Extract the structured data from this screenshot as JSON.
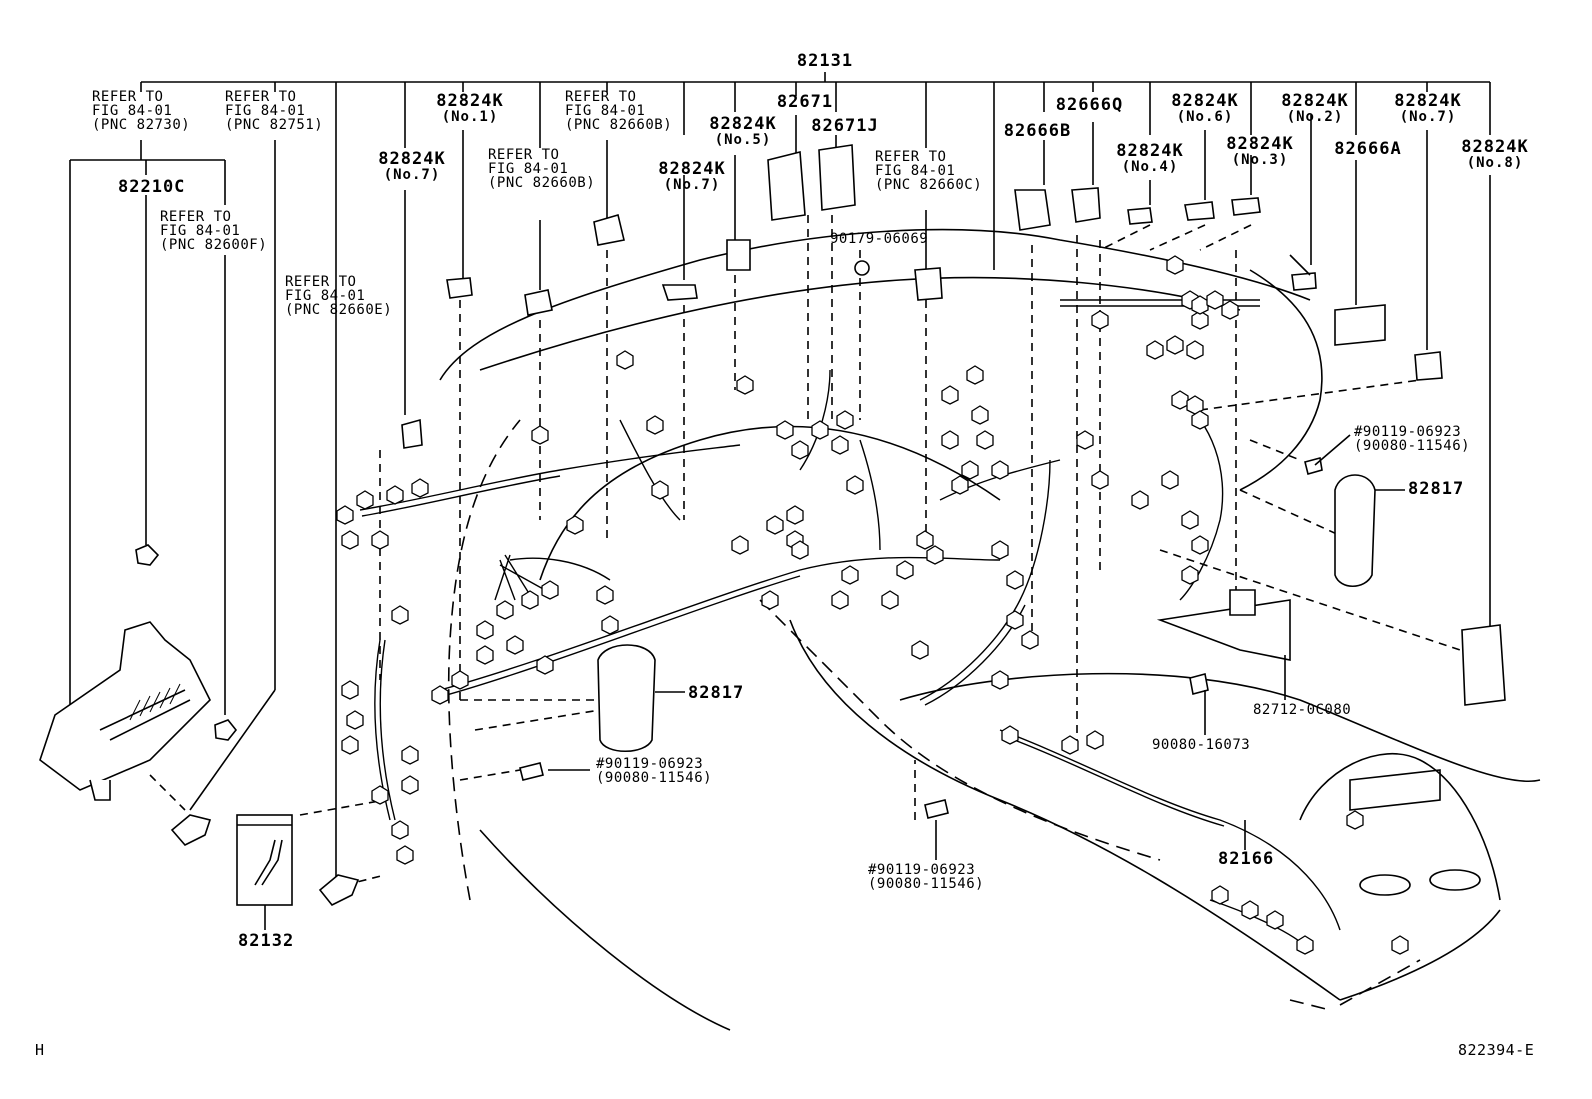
{
  "diagram": {
    "top_part": "82131",
    "figure_id": "822394-E",
    "corner_mark": "H",
    "callouts": [
      {
        "id": "ref-82730",
        "lines": [
          "REFER TO",
          "FIG 84-01",
          "(PNC 82730)"
        ]
      },
      {
        "id": "ref-82751",
        "lines": [
          "REFER TO",
          "FIG 84-01",
          "(PNC 82751)"
        ]
      },
      {
        "id": "p82824k-1",
        "part": "82824K",
        "sub": "(No.1)"
      },
      {
        "id": "ref-82660b-a",
        "lines": [
          "REFER TO",
          "FIG 84-01",
          "(PNC 82660B)"
        ]
      },
      {
        "id": "p82824k-7a",
        "part": "82824K",
        "sub": "(No.7)"
      },
      {
        "id": "ref-82660b-b",
        "lines": [
          "REFER TO",
          "FIG 84-01",
          "(PNC 82660B)"
        ]
      },
      {
        "id": "p82824k-7b",
        "part": "82824K",
        "sub": "(No.7)"
      },
      {
        "id": "p82824k-5",
        "part": "82824K",
        "sub": "(No.5)"
      },
      {
        "id": "p82671",
        "part": "82671"
      },
      {
        "id": "p82671j",
        "part": "82671J"
      },
      {
        "id": "ref-82660c",
        "lines": [
          "REFER TO",
          "FIG 84-01",
          "(PNC 82660C)"
        ]
      },
      {
        "id": "p90179",
        "part": "90179-06069"
      },
      {
        "id": "p82666b",
        "part": "82666B"
      },
      {
        "id": "p82666q",
        "part": "82666Q"
      },
      {
        "id": "p82824k-4",
        "part": "82824K",
        "sub": "(No.4)"
      },
      {
        "id": "p82824k-6",
        "part": "82824K",
        "sub": "(No.6)"
      },
      {
        "id": "p82824k-3",
        "part": "82824K",
        "sub": "(No.3)"
      },
      {
        "id": "p82824k-2",
        "part": "82824K",
        "sub": "(No.2)"
      },
      {
        "id": "p82666a",
        "part": "82666A"
      },
      {
        "id": "p82824k-7c",
        "part": "82824K",
        "sub": "(No.7)"
      },
      {
        "id": "p82824k-8",
        "part": "82824K",
        "sub": "(No.8)"
      },
      {
        "id": "p82210c",
        "part": "82210C"
      },
      {
        "id": "ref-82600f",
        "lines": [
          "REFER TO",
          "FIG 84-01",
          "(PNC 82600F)"
        ]
      },
      {
        "id": "ref-82660e",
        "lines": [
          "REFER TO",
          "FIG 84-01",
          "(PNC 82660E)"
        ]
      },
      {
        "id": "bolt-right",
        "part": "#90119-06923",
        "sub": "(90080-11546)"
      },
      {
        "id": "p82817-right",
        "part": "82817"
      },
      {
        "id": "p82817-center",
        "part": "82817"
      },
      {
        "id": "bolt-center",
        "part": "#90119-06923",
        "sub": "(90080-11546)"
      },
      {
        "id": "p82712",
        "part": "82712-0C080"
      },
      {
        "id": "p90080-16073",
        "part": "90080-16073"
      },
      {
        "id": "bolt-bottom",
        "part": "#90119-06923",
        "sub": "(90080-11546)"
      },
      {
        "id": "p82166",
        "part": "82166"
      },
      {
        "id": "p82132",
        "part": "82132"
      }
    ]
  }
}
